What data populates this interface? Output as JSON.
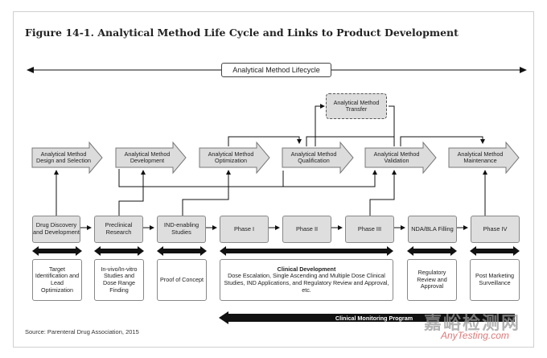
{
  "title": "Figure 14-1. Analytical Method Life Cycle and Links to Product Development",
  "lifecycle_label": "Analytical Method Lifecycle",
  "transfer_label": "Analytical Method Transfer",
  "method_stages": [
    "Analytical Method Design and Selection",
    "Analytical Method Development",
    "Analytical Method Optimization",
    "Analytical Method Qualification",
    "Analytical Method Validation",
    "Analytical Method Maintenance"
  ],
  "product_stages": [
    "Drug Discovery and Development",
    "Preclinical Research",
    "IND-enabling Studies",
    "Phase I",
    "Phase II",
    "Phase III",
    "NDA/BLA Filling",
    "Phase IV"
  ],
  "descriptions": {
    "target": "Target Identification and Lead Optimization",
    "invivo": "In-vivo/In-vitro Studies and Dose Range Finding",
    "poc": "Proof of Concept",
    "clinical_title": "Clinical Development",
    "clinical_body": "Dose Escalation, Single Ascending and Multiple Dose Clinical Studies, IND Applications, and Regulatory Review and Approval, etc.",
    "regulatory": "Regulatory Review and Approval",
    "postmarketing": "Post Marketing Surveillance"
  },
  "clinical_monitoring": "Clinical Monitoring Program",
  "source": "Source: Parenteral Drug Association, 2015",
  "watermark_cn": "嘉峪检测网",
  "watermark_en": "AnyTesting.com",
  "colors": {
    "arrow_fill": "#dcdcdc",
    "arrow_stroke": "#777777",
    "box_fill": "#dedede",
    "black": "#111111"
  }
}
